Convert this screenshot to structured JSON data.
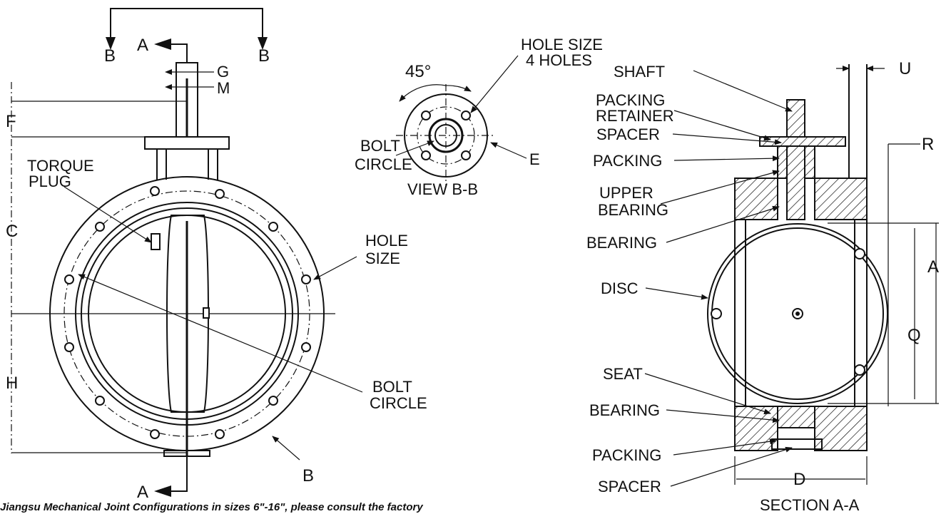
{
  "front_view": {
    "section_cut_letter_top": "A",
    "section_cut_letter_bottom": "A",
    "view_cut_left": "B",
    "view_cut_right": "B",
    "dim_g": "G",
    "dim_m": "M",
    "dim_f": "F",
    "dim_c": "C",
    "dim_h": "H",
    "torque_plug_line1": "TORQUE",
    "torque_plug_line2": "PLUG",
    "hole_size_line1": "HOLE",
    "hole_size_line2": "SIZE",
    "bolt_circle_line1": "BOLT",
    "bolt_circle_line2": "CIRCLE",
    "flange_b": "B"
  },
  "view_bb": {
    "angle": "45°",
    "hole_size_line1": "HOLE SIZE",
    "hole_size_line2": "4 HOLES",
    "bolt_circle_line1": "BOLT",
    "bolt_circle_line2": "CIRCLE",
    "dim_e": "E",
    "title": "VIEW B-B"
  },
  "section_aa": {
    "shaft": "SHAFT",
    "packing_retainer_line1": "PACKING",
    "packing_retainer_line2": "RETAINER",
    "spacer_top": "SPACER",
    "packing_top": "PACKING",
    "upper_bearing_line1": "UPPER",
    "upper_bearing_line2": "BEARING",
    "bearing_top": "BEARING",
    "disc": "DISC",
    "seat": "SEAT",
    "bearing_bottom": "BEARING",
    "packing_bottom": "PACKING",
    "spacer_bottom": "SPACER",
    "dim_u": "U",
    "dim_r": "R",
    "dim_a": "A",
    "dim_q": "Q",
    "dim_d": "D",
    "title": "SECTION A-A"
  },
  "footer_note": "Jiangsu Mechanical Joint Configurations in sizes 6\"-16\", please consult the factory"
}
